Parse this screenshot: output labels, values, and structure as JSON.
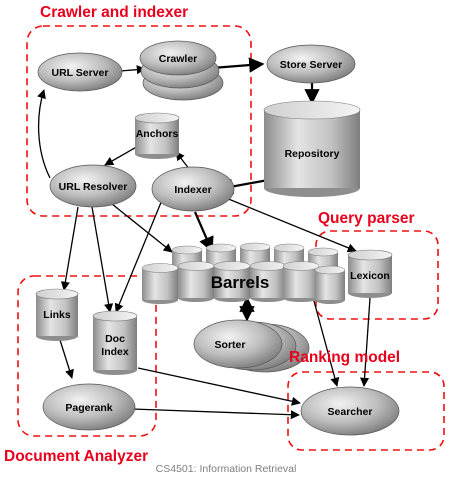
{
  "regions": {
    "crawler_indexer": "Crawler and indexer",
    "query_parser": "Query parser",
    "ranking_model": "Ranking model",
    "document_analyzer": "Document Analyzer"
  },
  "nodes": {
    "url_server": "URL Server",
    "crawler": "Crawler",
    "store_server": "Store Server",
    "repository": "Repository",
    "anchors": "Anchors",
    "url_resolver": "URL Resolver",
    "indexer": "Indexer",
    "barrels": "Barrels",
    "lexicon": "Lexicon",
    "links": "Links",
    "doc_index_line1": "Doc",
    "doc_index_line2": "Index",
    "sorter": "Sorter",
    "pagerank": "Pagerank",
    "searcher": "Searcher"
  },
  "footer": "CS4501: Information Retrieval",
  "colors": {
    "region_border": "#ee1111",
    "region_label": "#e8001c",
    "node_fill_light": "#e6e6e6",
    "node_fill_dark": "#8a8a8a",
    "footer": "#7f7f7f"
  }
}
